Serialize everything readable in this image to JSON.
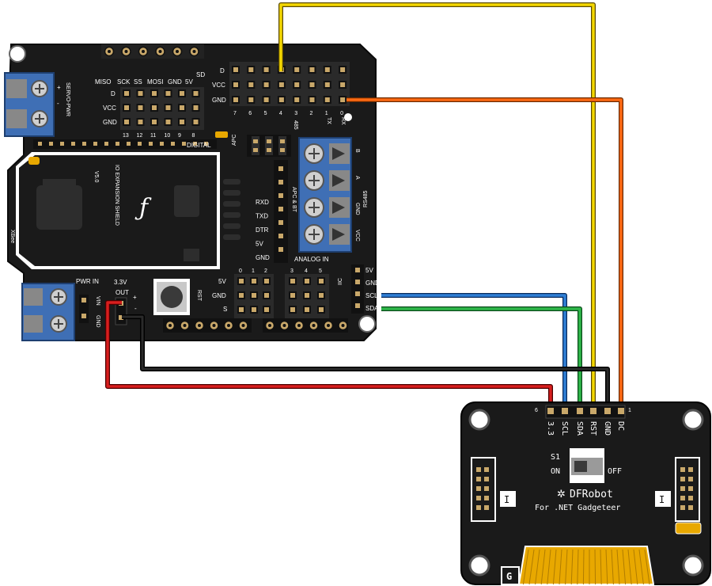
{
  "shield": {
    "spi_labels": [
      "MISO",
      "SCK",
      "SS",
      "MOSI",
      "GND",
      "5V"
    ],
    "sd_label": "SD",
    "servo_label": "SERVO-PWR",
    "servo_plus": "+",
    "servo_minus": "-",
    "row_labels_left": [
      "D",
      "VCC",
      "GND"
    ],
    "row_labels_top": [
      "D",
      "VCC",
      "GND"
    ],
    "pin_nums_left": [
      "13",
      "12",
      "11",
      "10",
      "9",
      "8"
    ],
    "pin_nums_top": [
      "7",
      "6",
      "5",
      "4",
      "3",
      "2",
      "1",
      "0"
    ],
    "tx_label": "TX",
    "rx_label": "RX",
    "rs485_small": "485",
    "digital_label": "DIGITAL",
    "apc_label": "APC",
    "title": "IO EXPANSION SHIELD",
    "version": "V5.0",
    "xbee_label": "XBee",
    "bt_labels": [
      "RXD",
      "TXD",
      "DTR",
      "5V",
      "GND"
    ],
    "apc_bt_label": "APC & BT",
    "rs485_terms": [
      "B",
      "A",
      "GND",
      "VCC"
    ],
    "rs485_label": "RS485",
    "analog_label": "ANALOG IN",
    "analog_nums_left": [
      "0",
      "1",
      "2"
    ],
    "analog_nums_right": [
      "3",
      "4",
      "5"
    ],
    "analog_rows": [
      "5V",
      "GND",
      "S"
    ],
    "iic_label": "IIC",
    "iic_pins": [
      "5V",
      "GND",
      "SCL",
      "SDA"
    ],
    "pwr_in": "PWR IN",
    "vin": "VIN",
    "gnd": "GND",
    "out_33v": "3.3V",
    "out_label": "OUT",
    "out_plus": "+",
    "out_minus": "-",
    "rst": "RST"
  },
  "oled": {
    "pins": [
      "3.3",
      "SCL",
      "SDA",
      "RST",
      "GND",
      "DC"
    ],
    "pin_first": "6",
    "pin_last": "1",
    "switch_label": "S1",
    "on": "ON",
    "off": "OFF",
    "brand": "DFRobot",
    "subtitle": "For .NET Gadgeteer",
    "socket_letter": "I",
    "g_logo": "G"
  },
  "wires": [
    {
      "name": "yellow-wire",
      "color": "#f5d800"
    },
    {
      "name": "orange-wire",
      "color": "#ff6a13"
    },
    {
      "name": "blue-wire",
      "color": "#2f7fd6"
    },
    {
      "name": "green-wire",
      "color": "#2fb84a"
    },
    {
      "name": "black-wire",
      "color": "#111111"
    },
    {
      "name": "red-wire",
      "color": "#d81e1e"
    }
  ],
  "colors": {
    "board": "#1a1a1a",
    "terminal": "#3f6fb5",
    "header_pin": "#c9a86a",
    "ribbon": "#e8a800"
  }
}
